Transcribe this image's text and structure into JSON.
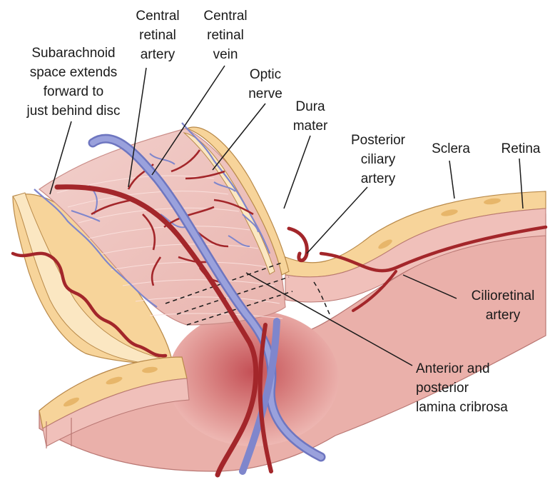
{
  "labels": {
    "subarachnoid": [
      "Subarachnoid",
      "space extends",
      "forward to",
      "just behind disc"
    ],
    "central_retinal_artery": [
      "Central",
      "retinal",
      "artery"
    ],
    "central_retinal_vein": [
      "Central",
      "retinal",
      "vein"
    ],
    "optic_nerve": [
      "Optic",
      "nerve"
    ],
    "dura_mater": [
      "Dura",
      "mater"
    ],
    "posterior_ciliary_artery": [
      "Posterior",
      "ciliary",
      "artery"
    ],
    "sclera": [
      "Sclera"
    ],
    "retina": [
      "Retina"
    ],
    "cilioretinal_artery": [
      "Cilioretinal",
      "artery"
    ],
    "lamina_cribrosa": [
      "Anterior and",
      "posterior",
      "lamina cribrosa"
    ]
  },
  "colors": {
    "artery": "#a3262a",
    "vein": "#7f86cc",
    "sheath": "#f4c67f",
    "sheath_light": "#fbe7c2",
    "nerve": "#efc4c0",
    "retina_pink": "#e9a9a4",
    "disc_dark": "#c95a5a"
  }
}
